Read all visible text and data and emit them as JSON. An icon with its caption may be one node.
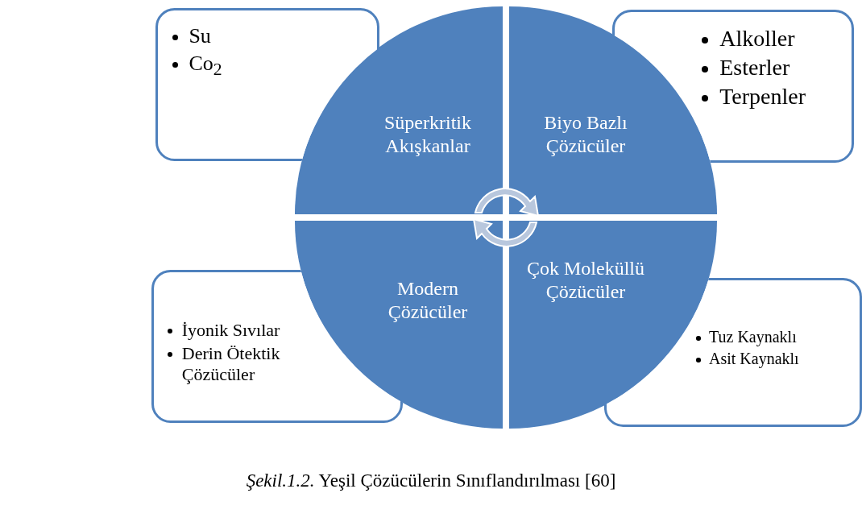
{
  "diagram": {
    "caption": "*Şekil.1.2.* Yeşil Çözücülerin Sınıflandırılması [60]",
    "nodes": [
      {
        "text": [
          "Süperkritik Akışkanlar"
        ]
      },
      {
        "text": [
          "Biyo Bazlı Çözücüler"
        ]
      },
      {
        "text": [
          "Modern Çözücüler"
        ]
      },
      {
        "text": [
          "Çok Moleküllü Çözücüler"
        ]
      },
      {
        "text": [
          "Su",
          "Co$_{2}$"
        ]
      },
      {
        "text": [
          "Alkoller",
          "Esterler",
          "Terpenler"
        ]
      },
      {
        "text": [
          "İyonik Sıvılar",
          "Derin Ötektik Çözücüler"
        ]
      },
      {
        "text": [
          "Tuz Kaynaklı",
          "Asit Kaynaklı"
        ]
      }
    ]
  }
}
